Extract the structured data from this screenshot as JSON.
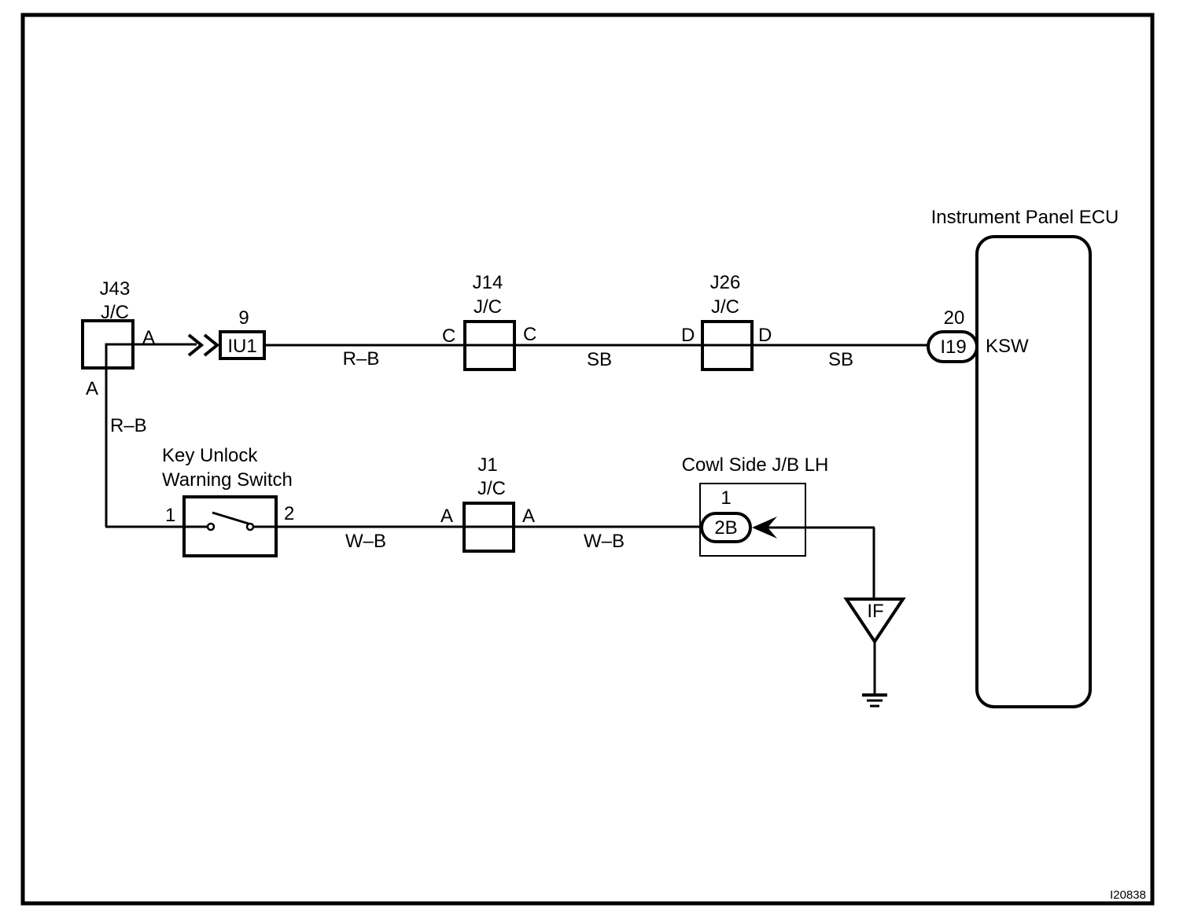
{
  "diagram": {
    "drawing_id": "I20838",
    "components": {
      "j43": {
        "name": "J43",
        "type": "J/C",
        "pin_right": "A",
        "pin_bottom": "A"
      },
      "iu1": {
        "pin": "9",
        "connector": "IU1"
      },
      "j14": {
        "name": "J14",
        "type": "J/C",
        "pin_left": "C",
        "pin_right": "C"
      },
      "j26": {
        "name": "J26",
        "type": "J/C",
        "pin_left": "D",
        "pin_right": "D"
      },
      "ecu": {
        "name": "Instrument Panel ECU",
        "pin": "20",
        "connector": "I19",
        "terminal": "KSW"
      },
      "switch": {
        "name_line1": "Key Unlock",
        "name_line2": "Warning Switch",
        "pin_left": "1",
        "pin_right": "2"
      },
      "j1": {
        "name": "J1",
        "type": "J/C",
        "pin_left": "A",
        "pin_right": "A"
      },
      "jb": {
        "name": "Cowl Side J/B LH",
        "pin": "1",
        "connector": "2B"
      },
      "ground": {
        "point": "IF"
      }
    },
    "wires": {
      "j43_to_j14": "R–B",
      "j14_to_j26": "SB",
      "j26_to_ecu": "SB",
      "j43_to_switch": "R–B",
      "switch_to_j1": "W–B",
      "j1_to_jb": "W–B"
    }
  }
}
